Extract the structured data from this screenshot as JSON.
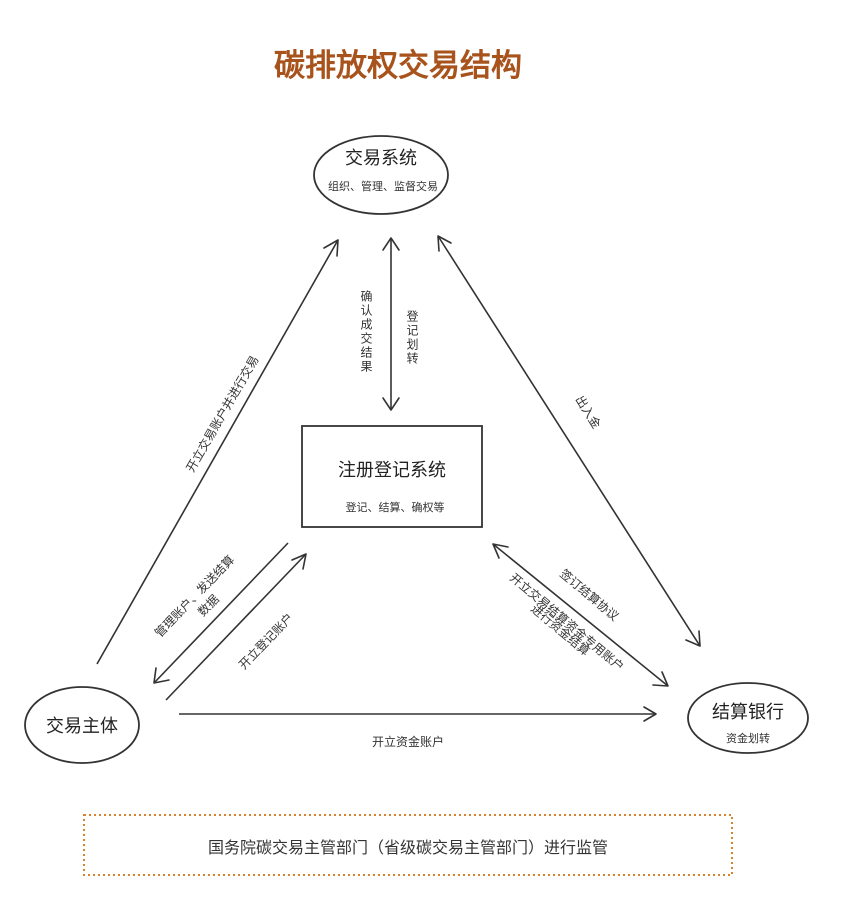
{
  "title": "碳排放权交易结构",
  "nodes": {
    "trading_system": {
      "title": "交易系统",
      "subtitle": "组织、管理、监督交易"
    },
    "registry_system": {
      "title": "注册登记系统",
      "subtitle": "登记、结算、确权等"
    },
    "trading_entity": {
      "title": "交易主体"
    },
    "settlement_bank": {
      "title": "结算银行",
      "subtitle": "资金划转"
    }
  },
  "edges": {
    "confirm_result": "确认成交结果",
    "register_transfer": "登记划转",
    "open_trade_account": "开立交易账户并进行交易",
    "in_out_funds": "出入金",
    "manage_account": "管理账户、发送结算",
    "data": "数据",
    "open_registry_account": "开立登记账户",
    "sign_agreement": "签订结算协议",
    "open_settlement_account": "开立交易结算资金专用账户",
    "fund_settlement": "进行资金结算",
    "open_fund_account": "开立资金账户"
  },
  "footer": "国务院碳交易主管部门（省级碳交易主管部门）进行监管",
  "colors": {
    "title": "#a8521c",
    "footer_border": "#d9822b",
    "line": "#333333"
  }
}
